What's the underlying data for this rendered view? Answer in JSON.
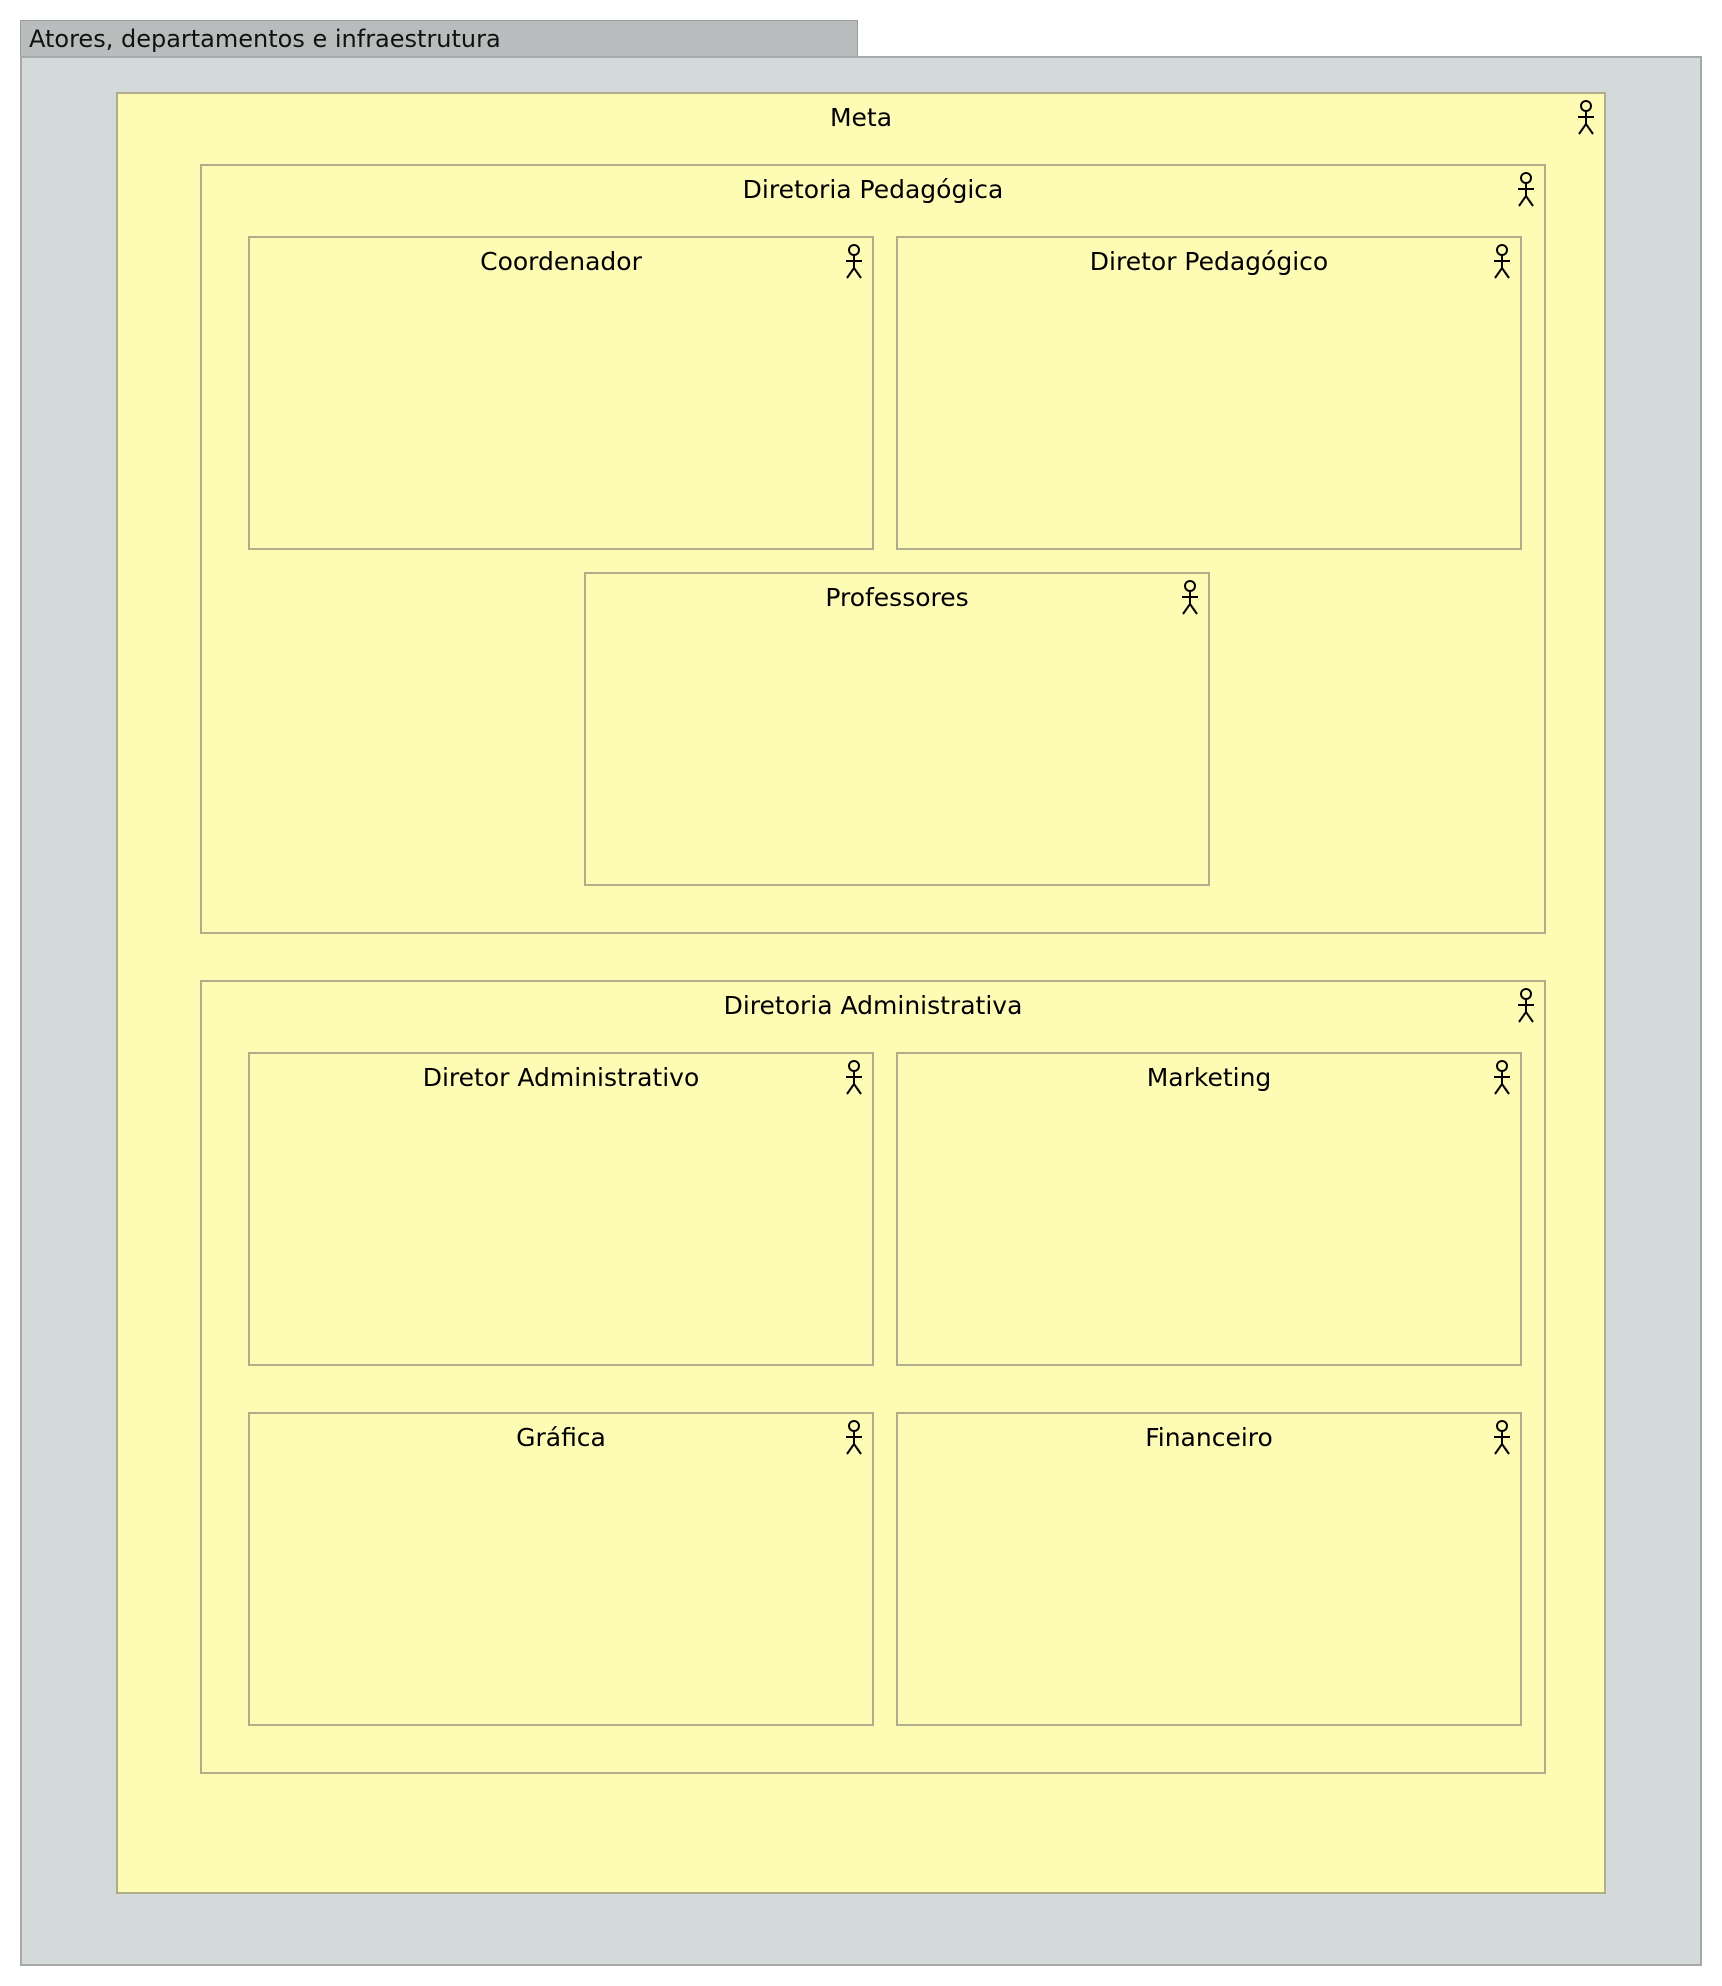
{
  "group": {
    "title": "Atores, departamentos e infraestrutura"
  },
  "actors": {
    "meta": "Meta",
    "diretoria_pedagogica": "Diretoria Pedagógica",
    "coordenador": "Coordenador",
    "diretor_pedagogico": "Diretor Pedagógico",
    "professores": "Professores",
    "diretoria_administrativa": "Diretoria Administrativa",
    "diretor_administrativo": "Diretor Administrativo",
    "marketing": "Marketing",
    "grafica": "Gráfica",
    "financeiro": "Financeiro"
  },
  "icons": {
    "actor": "stick-figure-icon"
  },
  "colors": {
    "group_fill": "#d4d9da",
    "group_tab": "#b9bcbd",
    "actor_fill": "#fdfbb4",
    "actor_border": "#b0ad8a"
  }
}
